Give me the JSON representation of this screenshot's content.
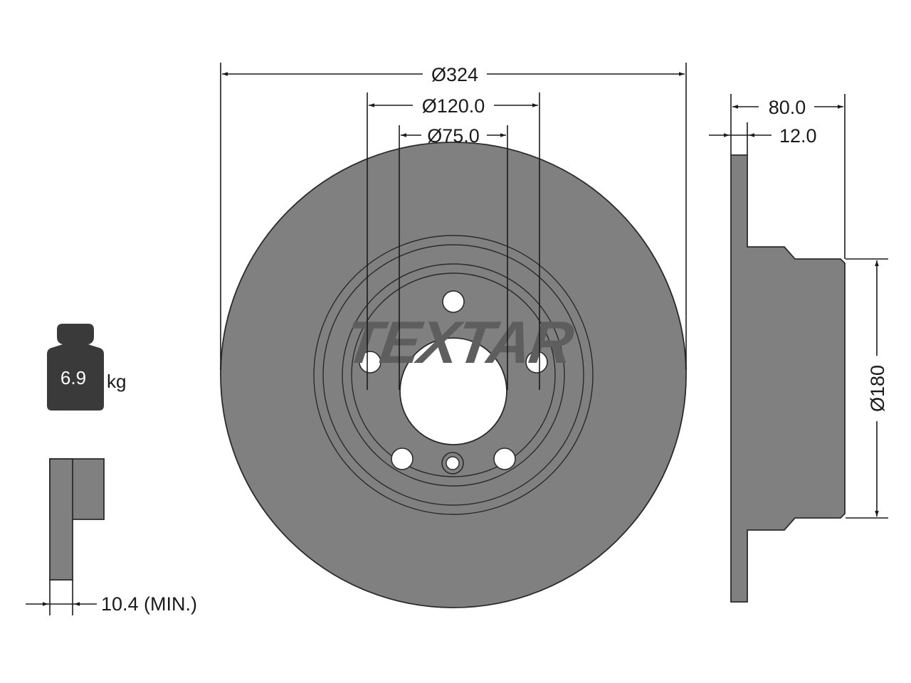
{
  "colors": {
    "disc_fill": "#808080",
    "disc_stroke": "#2b2b2b",
    "weight_fill": "#3a3a3a",
    "logo_fill": "#5e5e5e",
    "line": "#1a1a1a",
    "background": "#ffffff"
  },
  "logo": {
    "text": "TEXTAR"
  },
  "dimensions": {
    "outer_diameter": "Ø324",
    "bolt_circle": "Ø120.0",
    "center_bore": "Ø75.0",
    "height": "80.0",
    "thickness": "12.0",
    "hat_diameter": "Ø180",
    "min_thickness": "10.4 (MIN.)"
  },
  "weight": {
    "value": "6.9",
    "unit": "kg"
  },
  "icons": {
    "weight": "weight-icon",
    "disc": "brake-disc-front-view",
    "profile": "brake-disc-side-profile",
    "thickness": "disc-thickness-profile"
  }
}
